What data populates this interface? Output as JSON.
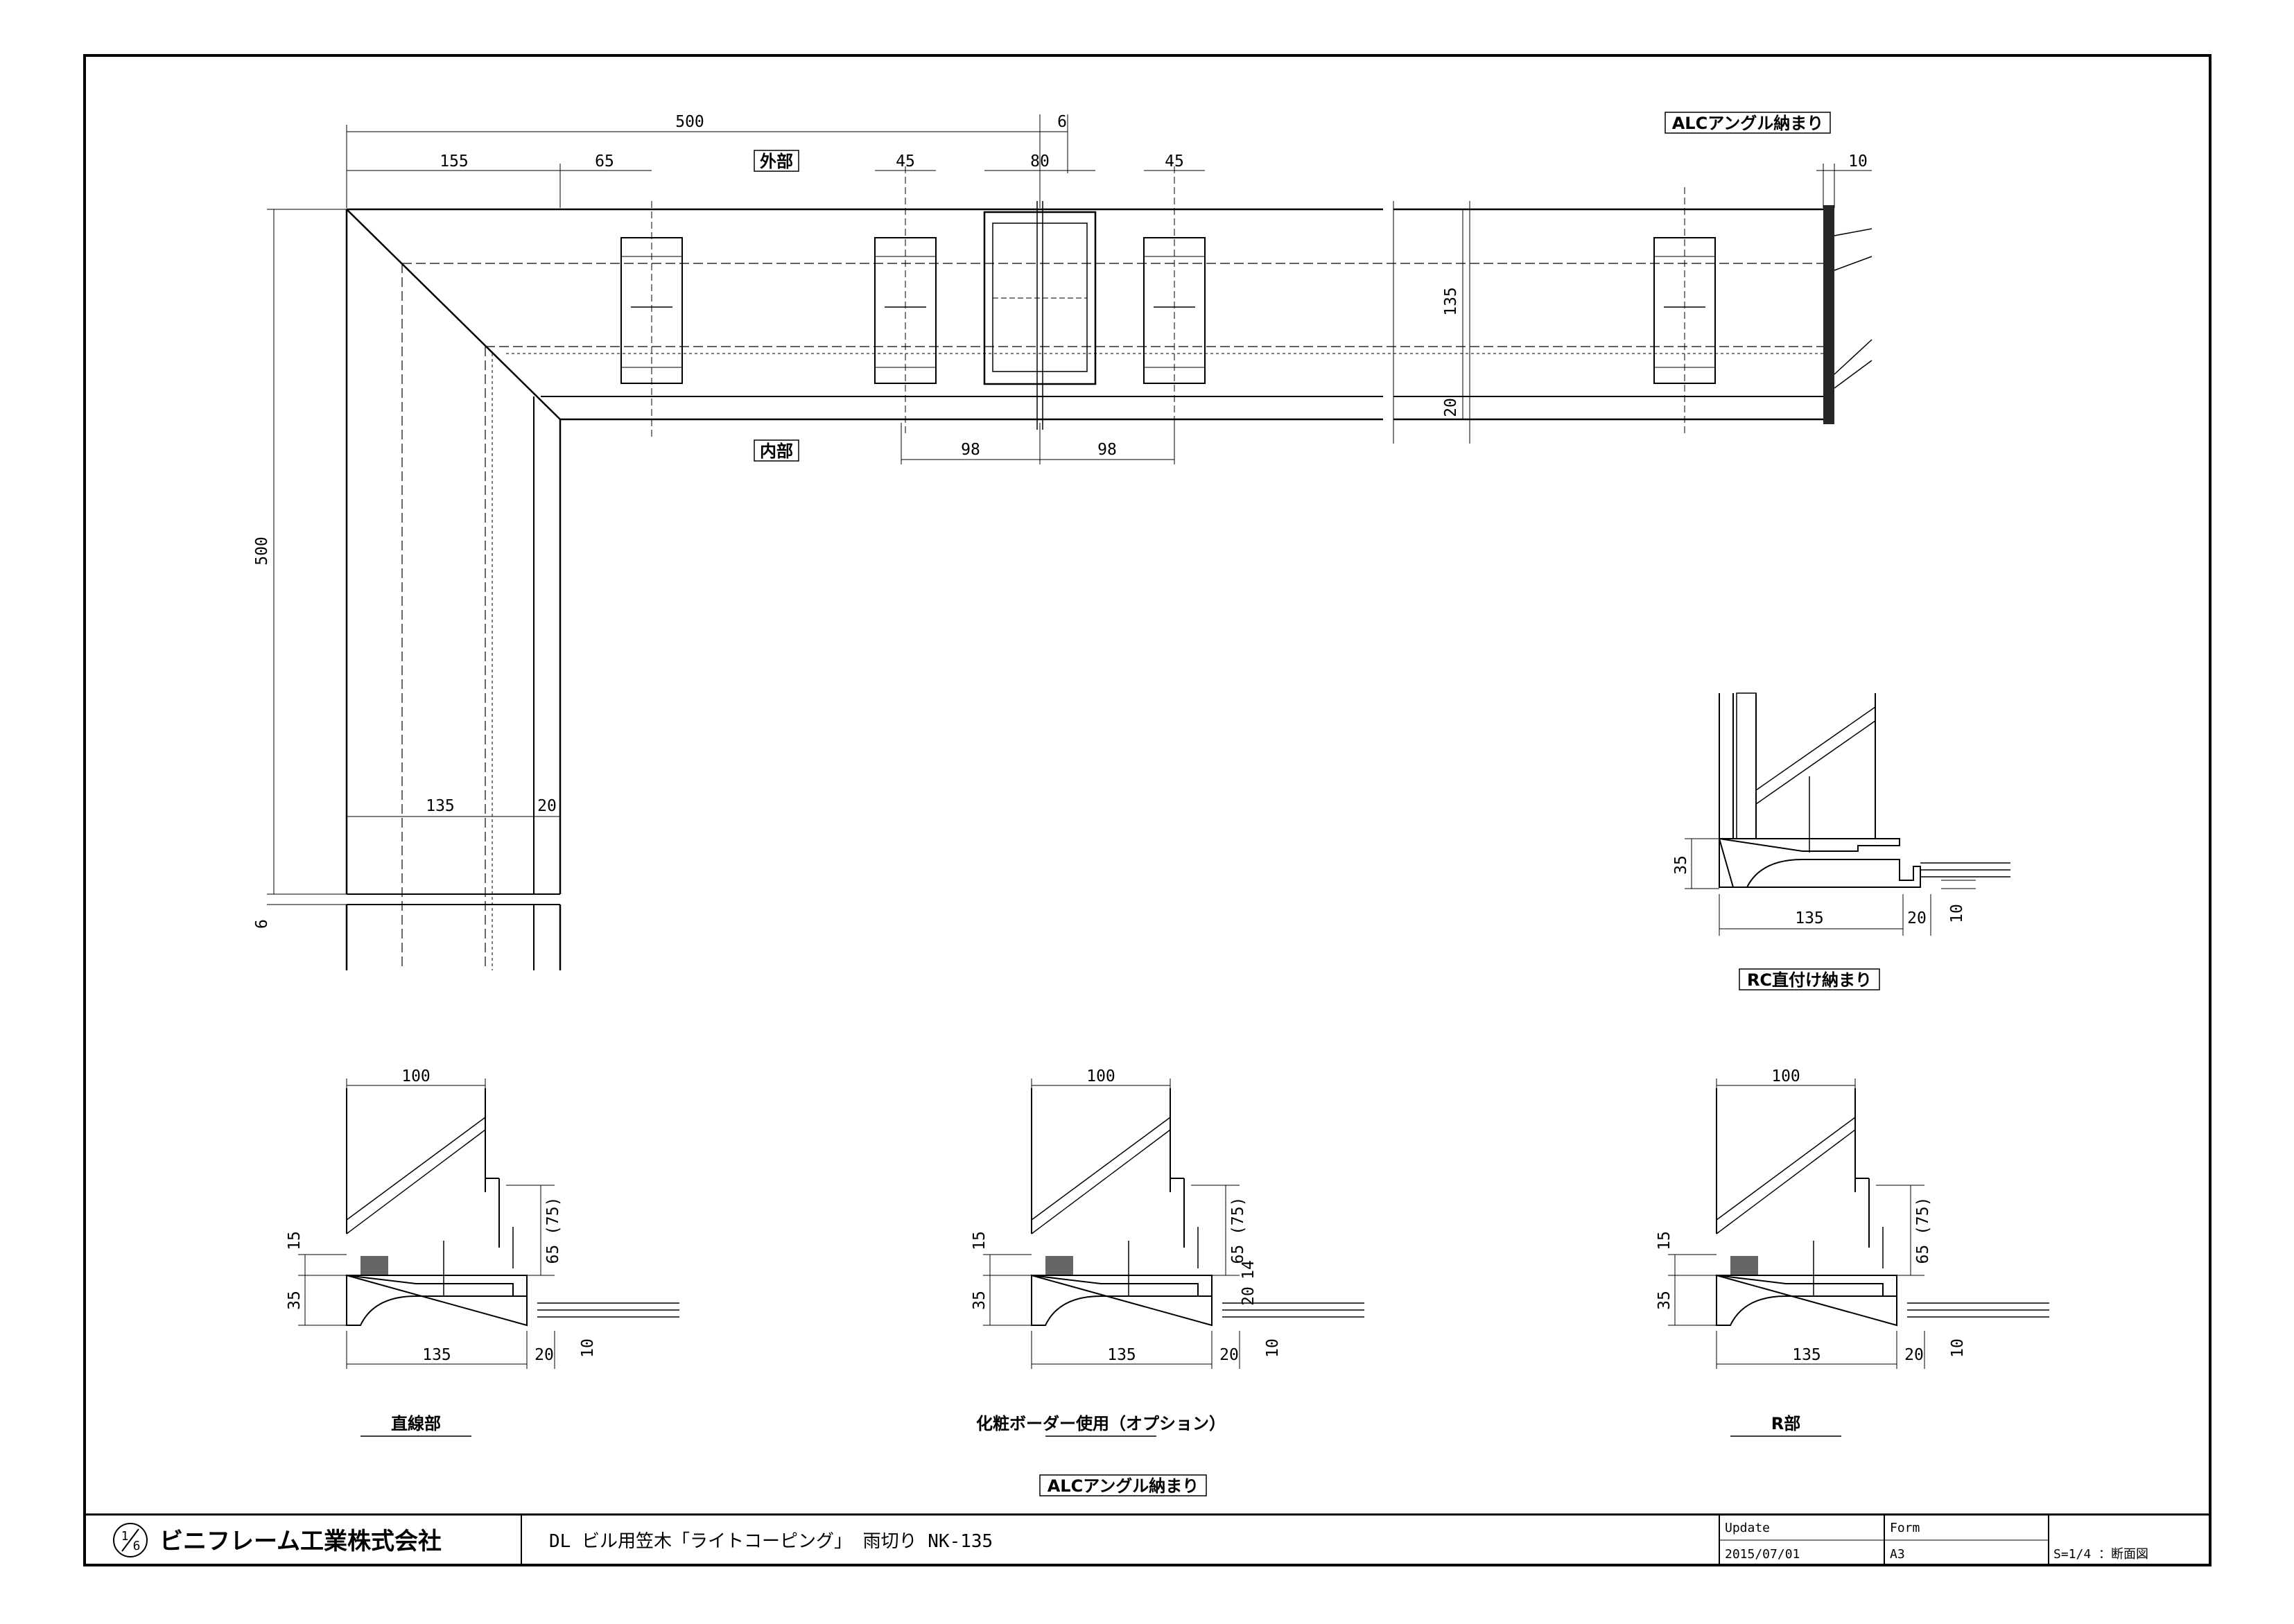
{
  "plan": {
    "dims_top": [
      "500",
      "6",
      "155",
      "65",
      "45",
      "80",
      "45",
      "10"
    ],
    "labels": {
      "outside": "外部",
      "inside": "内部",
      "alc_angle": "ALCアングル納まり"
    },
    "dims_right": [
      "135",
      "20"
    ],
    "dims_bottom": [
      "98",
      "98"
    ],
    "dims_left": [
      "500",
      "6"
    ],
    "dims_leg": [
      "135",
      "20"
    ]
  },
  "rc_detail": {
    "title": "RC直付け納まり",
    "dims": [
      "35",
      "135",
      "20",
      "10"
    ]
  },
  "sections": [
    {
      "title": "直線部",
      "dims": [
        "100",
        "65 (75)",
        "15",
        "35",
        "135",
        "20",
        "10"
      ]
    },
    {
      "title": "化粧ボーダー使用（オプション）",
      "dims": [
        "100",
        "65 (75)",
        "15",
        "35",
        "135",
        "20",
        "10",
        "20",
        "14"
      ]
    },
    {
      "title": "R部",
      "dims": [
        "100",
        "65 (75)",
        "15",
        "35",
        "135",
        "20",
        "10"
      ]
    }
  ],
  "bottom_label": "ALCアングル納まり",
  "title_block": {
    "company": "ビニフレーム工業株式会社",
    "drawing_title": "DL ビル用笠木「ライトコーピング」 雨切り NK-135",
    "update_label": "Update",
    "update_value": "2015/07/01",
    "form_label": "Form",
    "form_value": "A3",
    "scale": "S=1/4 ：断面図"
  }
}
